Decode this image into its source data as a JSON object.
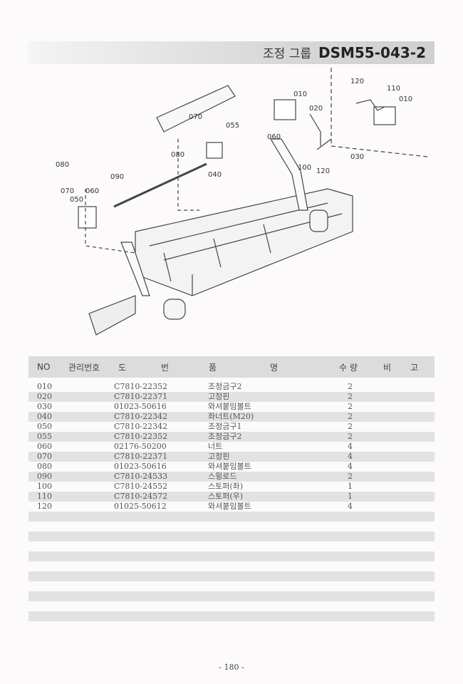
{
  "header": {
    "group_label": "조정 그룹",
    "group_code": "DSM55-043-2"
  },
  "diagram": {
    "callouts": [
      "120",
      "110",
      "010",
      "010",
      "020",
      "070",
      "055",
      "060",
      "080",
      "030",
      "100",
      "120",
      "040",
      "090",
      "080",
      "070",
      "060",
      "050"
    ]
  },
  "table": {
    "columns": {
      "no": "NO",
      "mgmt": "관리번호",
      "dwg1": "도",
      "dwg2": "번",
      "name1": "품",
      "name2": "명",
      "qty": "수 량",
      "remark1": "비",
      "remark2": "고"
    },
    "rows": [
      {
        "no": "010",
        "dwg": "C7810-22352",
        "name": "조정금구2",
        "qty": "2"
      },
      {
        "no": "020",
        "dwg": "C7810-22371",
        "name": "고정핀",
        "qty": "2"
      },
      {
        "no": "030",
        "dwg": "01023-50616",
        "name": "와셔붙임볼트",
        "qty": "2"
      },
      {
        "no": "040",
        "dwg": "C7810-22342",
        "name": "좌너트(M20)",
        "qty": "2"
      },
      {
        "no": "050",
        "dwg": "C7810-22342",
        "name": "조정금구1",
        "qty": "2"
      },
      {
        "no": "055",
        "dwg": "C7810-22352",
        "name": "조정금구2",
        "qty": "2"
      },
      {
        "no": "060",
        "dwg": "02176-50200",
        "name": "너트",
        "qty": "4"
      },
      {
        "no": "070",
        "dwg": "C7810-22371",
        "name": "고정핀",
        "qty": "4"
      },
      {
        "no": "080",
        "dwg": "01023-50616",
        "name": "와셔붙임볼트",
        "qty": "4"
      },
      {
        "no": "090",
        "dwg": "C7810-24533",
        "name": "스윙로드",
        "qty": "2"
      },
      {
        "no": "100",
        "dwg": "C7810-24552",
        "name": "스토퍼(좌)",
        "qty": "1"
      },
      {
        "no": "110",
        "dwg": "C7810-24572",
        "name": "스토퍼(우)",
        "qty": "1"
      },
      {
        "no": "120",
        "dwg": "01025-50612",
        "name": "와셔붙임볼트",
        "qty": "4"
      }
    ]
  },
  "footer": {
    "page": "- 180 -"
  }
}
